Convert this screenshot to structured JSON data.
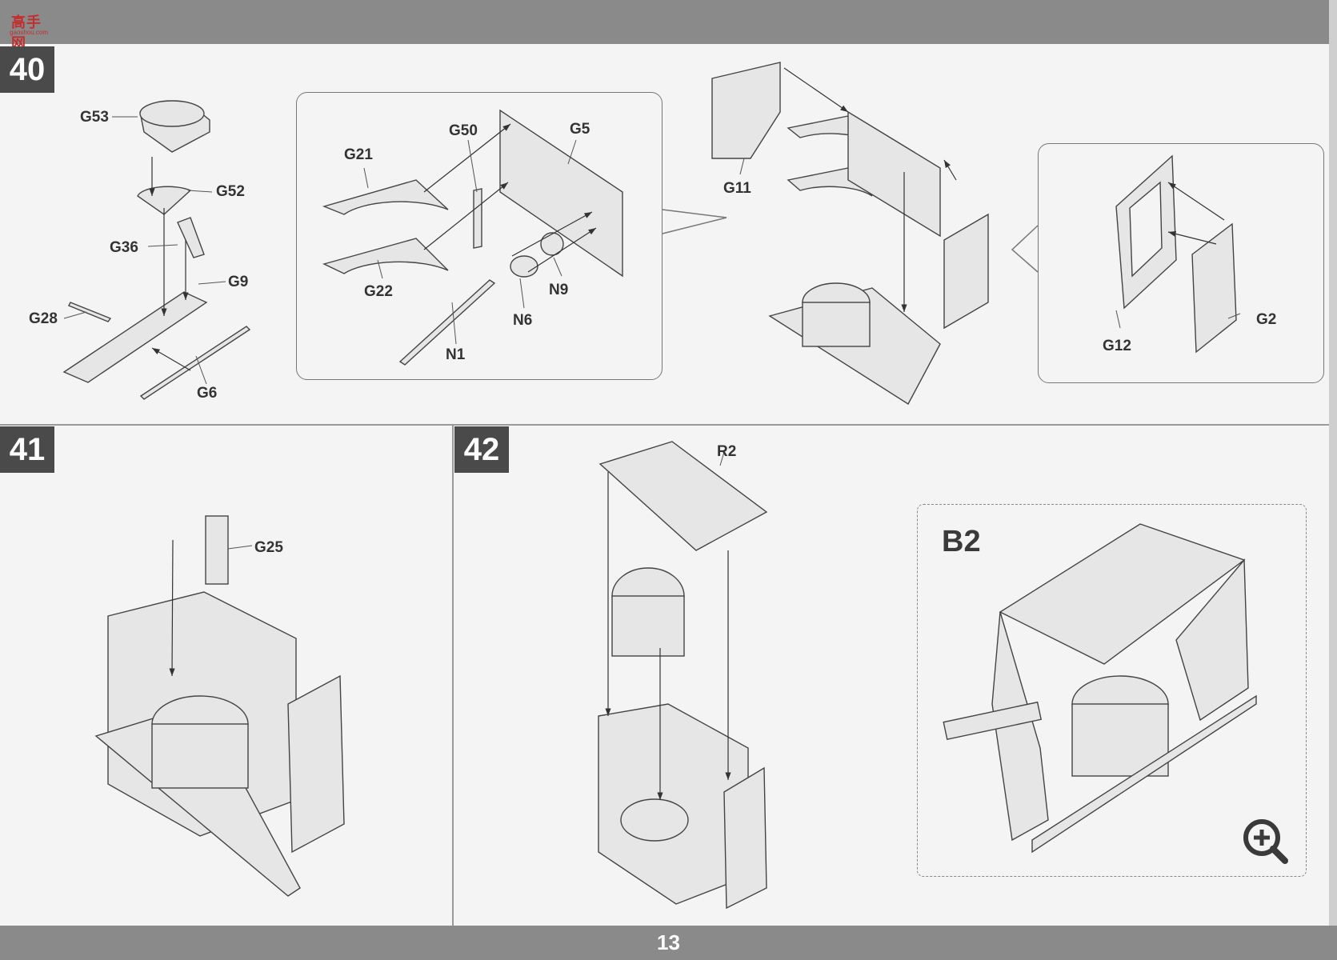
{
  "page": {
    "number": "13"
  },
  "logo": {
    "text": "高手网",
    "sub": "gaoshou.com"
  },
  "steps": [
    {
      "number": "40"
    },
    {
      "number": "41"
    },
    {
      "number": "42"
    }
  ],
  "step40": {
    "labels": [
      "G53",
      "G52",
      "G36",
      "G9",
      "G28",
      "G6",
      "G21",
      "G50",
      "G5",
      "G22",
      "N9",
      "N6",
      "N1",
      "G11",
      "G12",
      "G2"
    ]
  },
  "step41": {
    "labels": [
      "G25"
    ]
  },
  "step42": {
    "labels": [
      "R2"
    ],
    "inset_label": "B2"
  }
}
